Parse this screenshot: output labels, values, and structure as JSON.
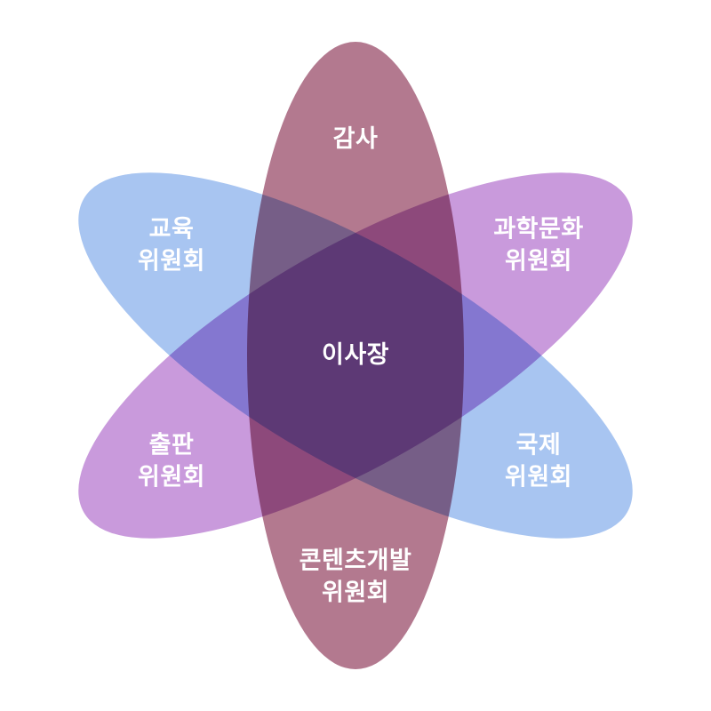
{
  "diagram": {
    "type": "overlapping-ellipse organization chart",
    "background_color": "#ffffff",
    "label_text_color": "#ffffff",
    "center_overlap_color": "#5d3a76",
    "ellipses": {
      "vertical": {
        "color": "#b3798f",
        "petals": [
          "감사",
          "콘텐츠개발 위원회"
        ]
      },
      "diagonal_left": {
        "color": "#a8c5f1",
        "petals": [
          "교육 위원회",
          "국제 위원회"
        ]
      },
      "diagonal_right": {
        "color": "#c99adc",
        "petals": [
          "과학문화 위원회",
          "출판 위원회"
        ]
      }
    },
    "labels": {
      "chairman": {
        "text": "이사장"
      },
      "audit": {
        "text": "감사"
      },
      "education": {
        "line1": "교육",
        "line2": "위원회"
      },
      "science_culture": {
        "line1": "과학문화",
        "line2": "위원회"
      },
      "publishing": {
        "line1": "출판",
        "line2": "위원회"
      },
      "international": {
        "line1": "국제",
        "line2": "위원회"
      },
      "content_development": {
        "line1": "콘텐츠개발",
        "line2": "위원회"
      }
    }
  }
}
